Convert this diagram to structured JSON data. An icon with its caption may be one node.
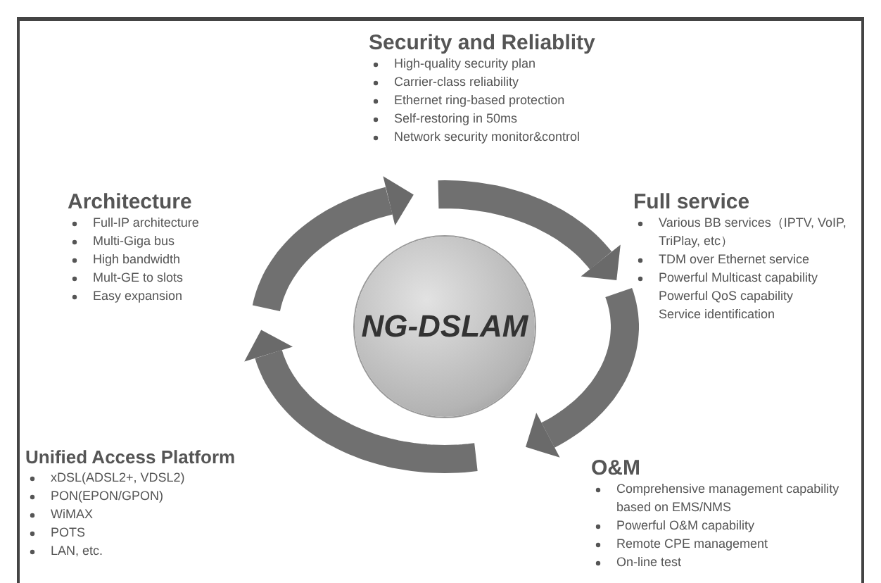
{
  "diagram": {
    "nodes": [
      {
        "text": [
          "NG-DSLAM"
        ]
      }
    ],
    "edges": [],
    "labels": [
      "Security and Reliablity",
      "High-quality security plan",
      "Carrier-class reliability",
      "Ethernet ring-based protection",
      "Self-restoring in 50ms",
      "Network security monitor&control",
      "Architecture",
      "Full-IP architecture",
      "Multi-Giga bus",
      "High bandwidth",
      "Mult-GE to slots",
      "Easy expansion",
      "Full service",
      "Various BB services（IPTV, VoIP, TriPlay, etc）",
      "TDM over Ethernet service",
      "Powerful Multicast capability",
      "Powerful QoS capability",
      "Service identification",
      "Unified Access Platform",
      "xDSL(ADSL2+, VDSL2)",
      "PON(EPON/GPON)",
      "WiMAX",
      "POTS",
      "LAN, etc.",
      "O&M",
      "Comprehensive management capability based on EMS/NMS",
      "Powerful O&M capability",
      "Remote CPE management",
      "On-line test"
    ]
  }
}
